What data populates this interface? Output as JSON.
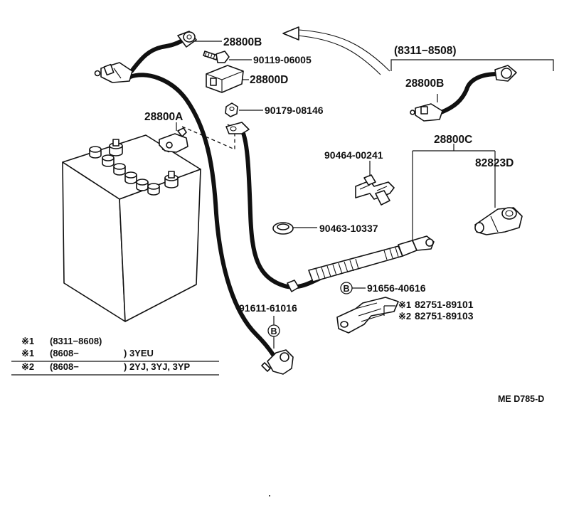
{
  "labels": {
    "p28800b_top": "28800B",
    "p90119": "90119-06005",
    "p28800d": "28800D",
    "p90179": "90179-08146",
    "p28800a": "28800A",
    "p28800c": "28800C",
    "p82823d": "82823D",
    "p90464": "90464-00241",
    "p90463": "90463-10337",
    "p91656": "91656-40616",
    "p82751_1": "82751-89101",
    "p82751_2": "82751-89103",
    "p91611": "91611-61016",
    "p28800b_inset": "28800B",
    "inset_range": "(8311−8508)",
    "b_marker_1": "B",
    "b_marker_2": "B",
    "mark_1": "※1",
    "mark_2": "※2"
  },
  "notes": [
    {
      "mark": "※1",
      "range": "(8311−8608)",
      "suffix": ""
    },
    {
      "mark": "※1",
      "range": "(8608−",
      "suffix": ") 3YEU"
    },
    {
      "mark": "※2",
      "range": "(8608−",
      "suffix": ") 2YJ, 3YJ, 3YP"
    }
  ],
  "reference": "ME D785-D",
  "colors": {
    "ink": "#111111",
    "paper": "#ffffff"
  }
}
